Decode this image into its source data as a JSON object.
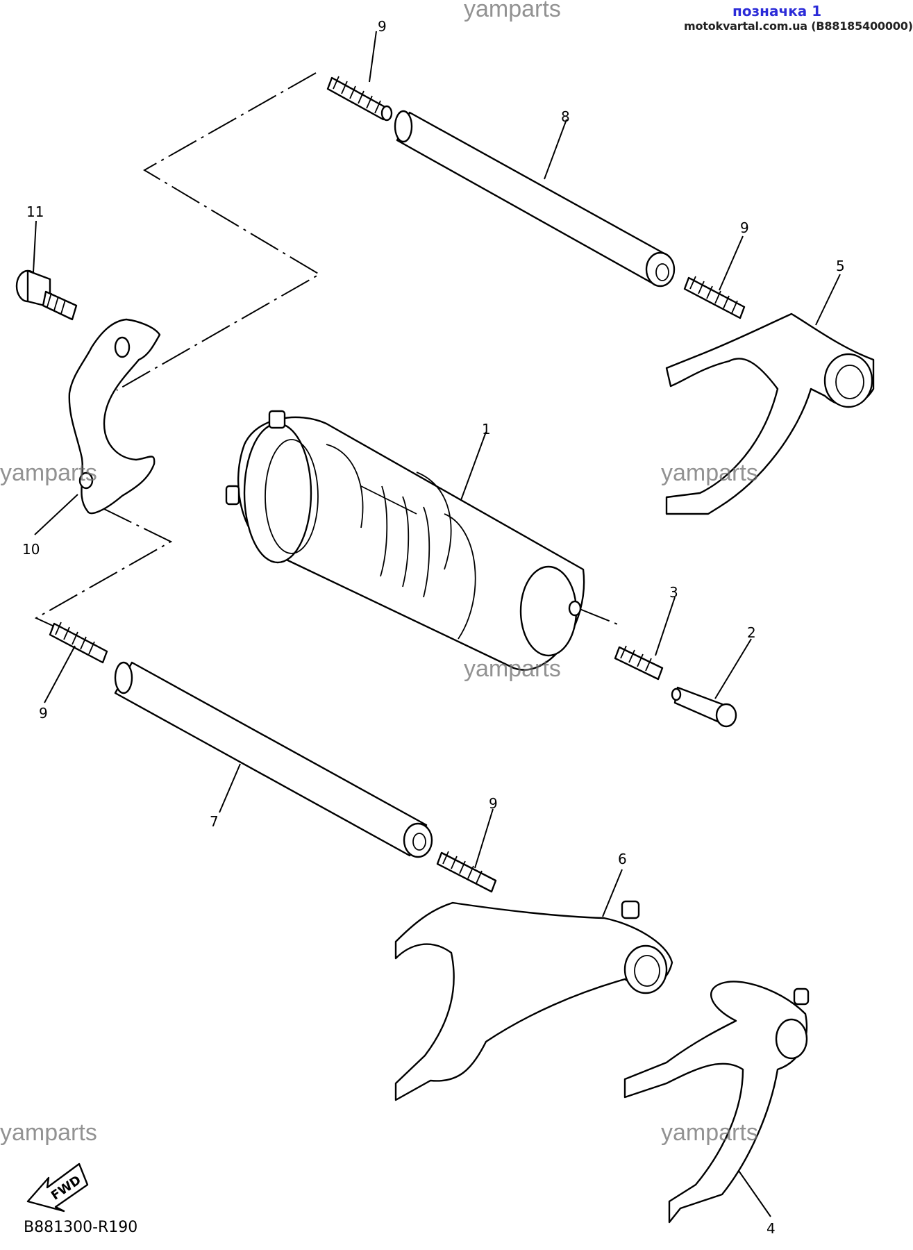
{
  "header": {
    "watermark": "yamparts",
    "label": "позначка 1",
    "source": "motokvartal.com.ua (B88185400000)"
  },
  "watermarks": [
    "yamparts",
    "yamparts",
    "yamparts",
    "yamparts",
    "yamparts",
    "yamparts"
  ],
  "callouts": {
    "p1": "1",
    "p2": "2",
    "p3": "3",
    "p4": "4",
    "p5": "5",
    "p6": "6",
    "p7": "7",
    "p8": "8",
    "p9a": "9",
    "p9b": "9",
    "p9c": "9",
    "p9d": "9",
    "p10": "10",
    "p11": "11"
  },
  "fwd_label": "FWD",
  "diagram_code": "B881300-R190",
  "colors": {
    "label": "#2b2bd8",
    "line": "#000000",
    "watermark": "#6e6e6e"
  }
}
